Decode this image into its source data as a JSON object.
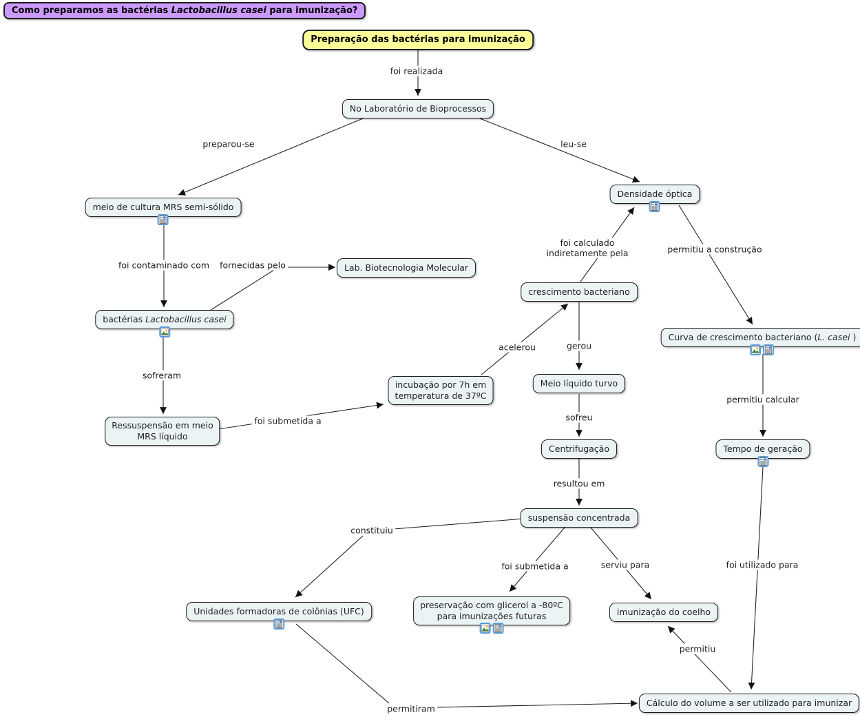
{
  "question": {
    "prefix": "Como preparamos as bactérias ",
    "species": "Lactobacillus casei",
    "suffix": " para imunização?"
  },
  "nodes": {
    "root": {
      "label": "Preparação das bactérias para imunização"
    },
    "no_lab": {
      "label": "No Laboratório de Bioprocessos"
    },
    "meio_cultura": {
      "label": "meio de cultura MRS semi-sólido"
    },
    "lab_biotec": {
      "label": "Lab. Biotecnologia Molecular"
    },
    "bacterias": {
      "prefix": "bactérias ",
      "species": "Lactobacillus casei"
    },
    "ressuspensao": {
      "line1": "Ressuspensão em meio",
      "line2": "MRS líquido"
    },
    "incubacao": {
      "line1": "incubação por 7h em",
      "line2": "temperatura de 37ºC"
    },
    "densidade": {
      "label": "Densidade óptica"
    },
    "crescimento": {
      "label": "crescimento bacteriano"
    },
    "meio_turvo": {
      "label": "Meio líquido turvo"
    },
    "centrifugacao": {
      "label": "Centrifugação"
    },
    "suspensao": {
      "label": "suspensão concentrada"
    },
    "curva": {
      "prefix": "Curva de crescimento bacteriano (",
      "species": "L. casei",
      "suffix": " )"
    },
    "tempo_geracao": {
      "label": "Tempo de geração"
    },
    "ufc": {
      "label": "Unidades formadoras de colônias (UFC)"
    },
    "preservacao": {
      "line1": "preservação com glicerol a -80ºC",
      "line2": "para imunizações futuras"
    },
    "imunizacao_coelho": {
      "label": "imunização do coelho"
    },
    "calculo_volume": {
      "label": "Cálculo do volume a ser utilizado para imunizar"
    }
  },
  "edge_labels": {
    "foi_realizada": "foi realizada",
    "preparou_se": "preparou-se",
    "leu_se": "leu-se",
    "foi_contaminado_com": "foi contaminado com",
    "fornecidas_pelo": "fornecidas pelo",
    "sofreram": "sofreram",
    "foi_submetida_a_1": "foi submetida a",
    "acelerou": "acelerou",
    "foi_calculado_line1": "foi calculado",
    "foi_calculado_line2": "indiretamente pela",
    "permitiu_a_construcao": "permitiu a construção",
    "gerou": "gerou",
    "sofreu": "sofreu",
    "resultou_em": "resultou em",
    "permitiu_calcular": "permitiu calcular",
    "foi_utilizado_para": "foi utilizado para",
    "constituiu": "constituiu",
    "foi_submetida_a_2": "foi submetida a",
    "serviu_para": "serviu para",
    "permitiram": "permitiram",
    "permitiu": "permitiu"
  },
  "icons": {
    "document": "document-resource-icon",
    "image": "image-resource-icon"
  },
  "colors": {
    "question_bg": "#cc99ff",
    "root_bg": "#ffff99",
    "node_bg": "#ecf3f4",
    "node_border": "#1c1c1c",
    "icon_border": "#5b9bd5",
    "line": "#222222"
  }
}
